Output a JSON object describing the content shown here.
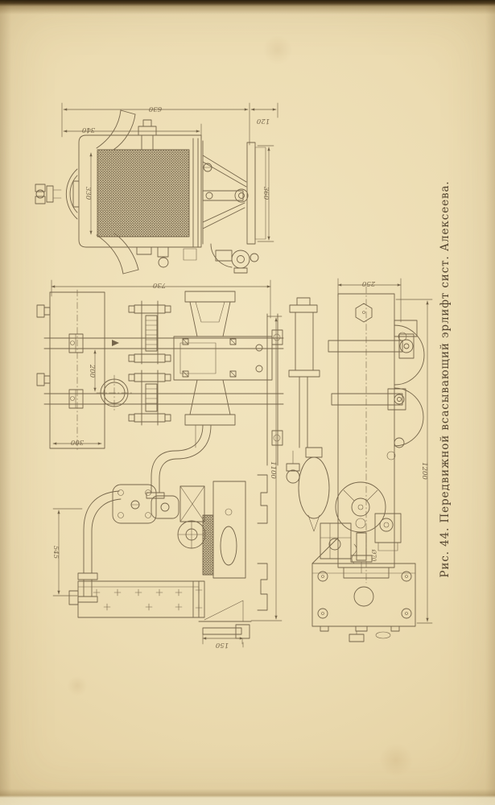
{
  "page": {
    "caption": "Рис. 44. Передвижной всасывающий эрлифт сист. Алексеева."
  },
  "colors": {
    "paper": "#ecdcb2",
    "ink": "#75654a",
    "caption": "#55452f",
    "edge-dark": "#231a0b"
  },
  "dimensions": {
    "front_width": "630",
    "front_tank": "340",
    "front_bracket": "120",
    "front_core": "330",
    "front_height": "360",
    "plan_width": "730",
    "plan_rail_gap": "200",
    "plan_tank": "300",
    "plan_pipe": "545",
    "plan_foot": "150",
    "plan_length": "1100",
    "side_width": "250",
    "side_length": "1200",
    "side_bore": "Ø70"
  }
}
